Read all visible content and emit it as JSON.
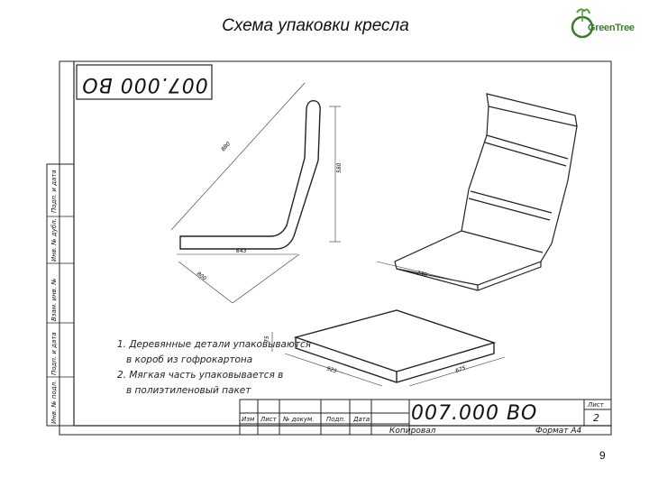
{
  "slide": {
    "title": "Схема упаковки кресла",
    "page_number": "9"
  },
  "logo": {
    "text": "GreenTree"
  },
  "drawing": {
    "code_top": "007.000 ВО",
    "code_main": "007.000 ВО",
    "dims": {
      "seat_diag": "880",
      "back_height": "580",
      "base_length": "643",
      "lower_diag": "800",
      "seat_depth": "230",
      "box_height": "75",
      "box_len_1": "925",
      "box_len_2": "675"
    },
    "notes": [
      "1. Деревянные детали упаковываются",
      "в короб из гофрокартона",
      "2. Мягкая часть упаковывается в",
      "в полиэтиленовый пакет"
    ],
    "side_labels": [
      "Подп. и дата",
      "Инв. № дубл.",
      "Взам. инв. №",
      "Подп. и дата",
      "Инв. № подл."
    ],
    "title_block": {
      "headers": [
        "Изм",
        "Лист",
        "№ докум.",
        "Подп.",
        "Дата"
      ],
      "sheet_label": "Лист",
      "sheet_number": "2",
      "author": "Копировал",
      "format": "Формат А4"
    }
  }
}
